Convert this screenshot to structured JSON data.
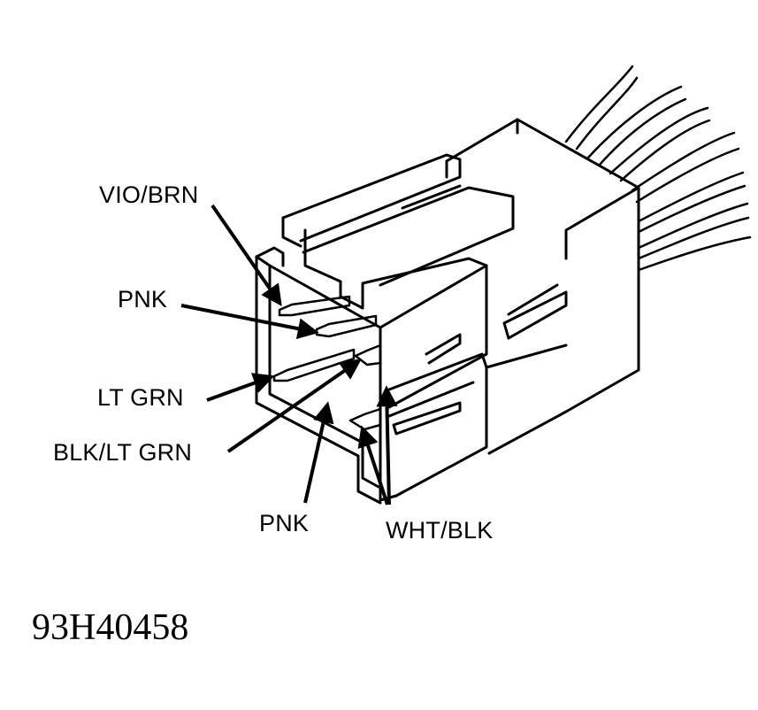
{
  "figure_code": "93H40458",
  "labels": {
    "vio_brn": "VIO/BRN",
    "pnk_upper": "PNK",
    "lt_grn": "LT GRN",
    "blk_lt_grn": "BLK/LT GRN",
    "pnk_lower": "PNK",
    "wht_blk": "WHT/BLK"
  },
  "colors": {
    "ink": "#000000",
    "paper": "#ffffff"
  }
}
